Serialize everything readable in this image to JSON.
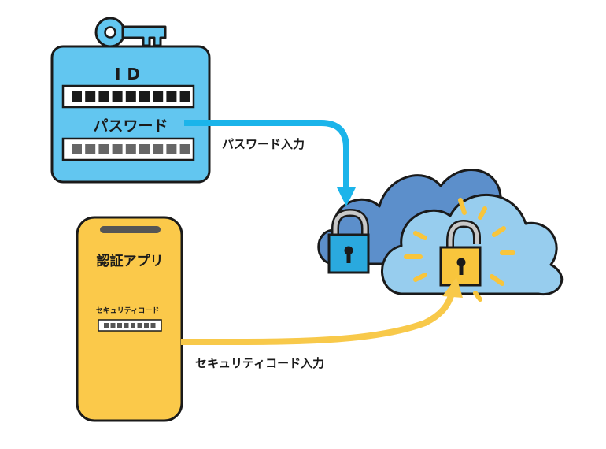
{
  "login_card": {
    "id_label": "ID",
    "password_label": "パスワード",
    "id_mask_count": 9,
    "password_mask_count": 9
  },
  "arrows": {
    "password_input": "パスワード入力",
    "security_code_input": "セキュリティコード入力"
  },
  "phone": {
    "app_title": "認証アプリ",
    "code_label": "セキュリティコード",
    "code_mask_count": 8
  },
  "colors": {
    "card_blue": "#62c6f0",
    "arrow_blue": "#1bb4ea",
    "arrow_yellow": "#f8c94a",
    "phone_yellow": "#fbc94a",
    "cloud_back": "#5c8fcb",
    "cloud_front": "#97cdee",
    "lock_blue": "#2aa9de",
    "lock_yellow": "#f8c53c",
    "outline": "#1a1a1a"
  },
  "icons": [
    "key-icon",
    "closed-padlock-icon",
    "open-padlock-icon",
    "cloud-icon",
    "smartphone-icon"
  ]
}
